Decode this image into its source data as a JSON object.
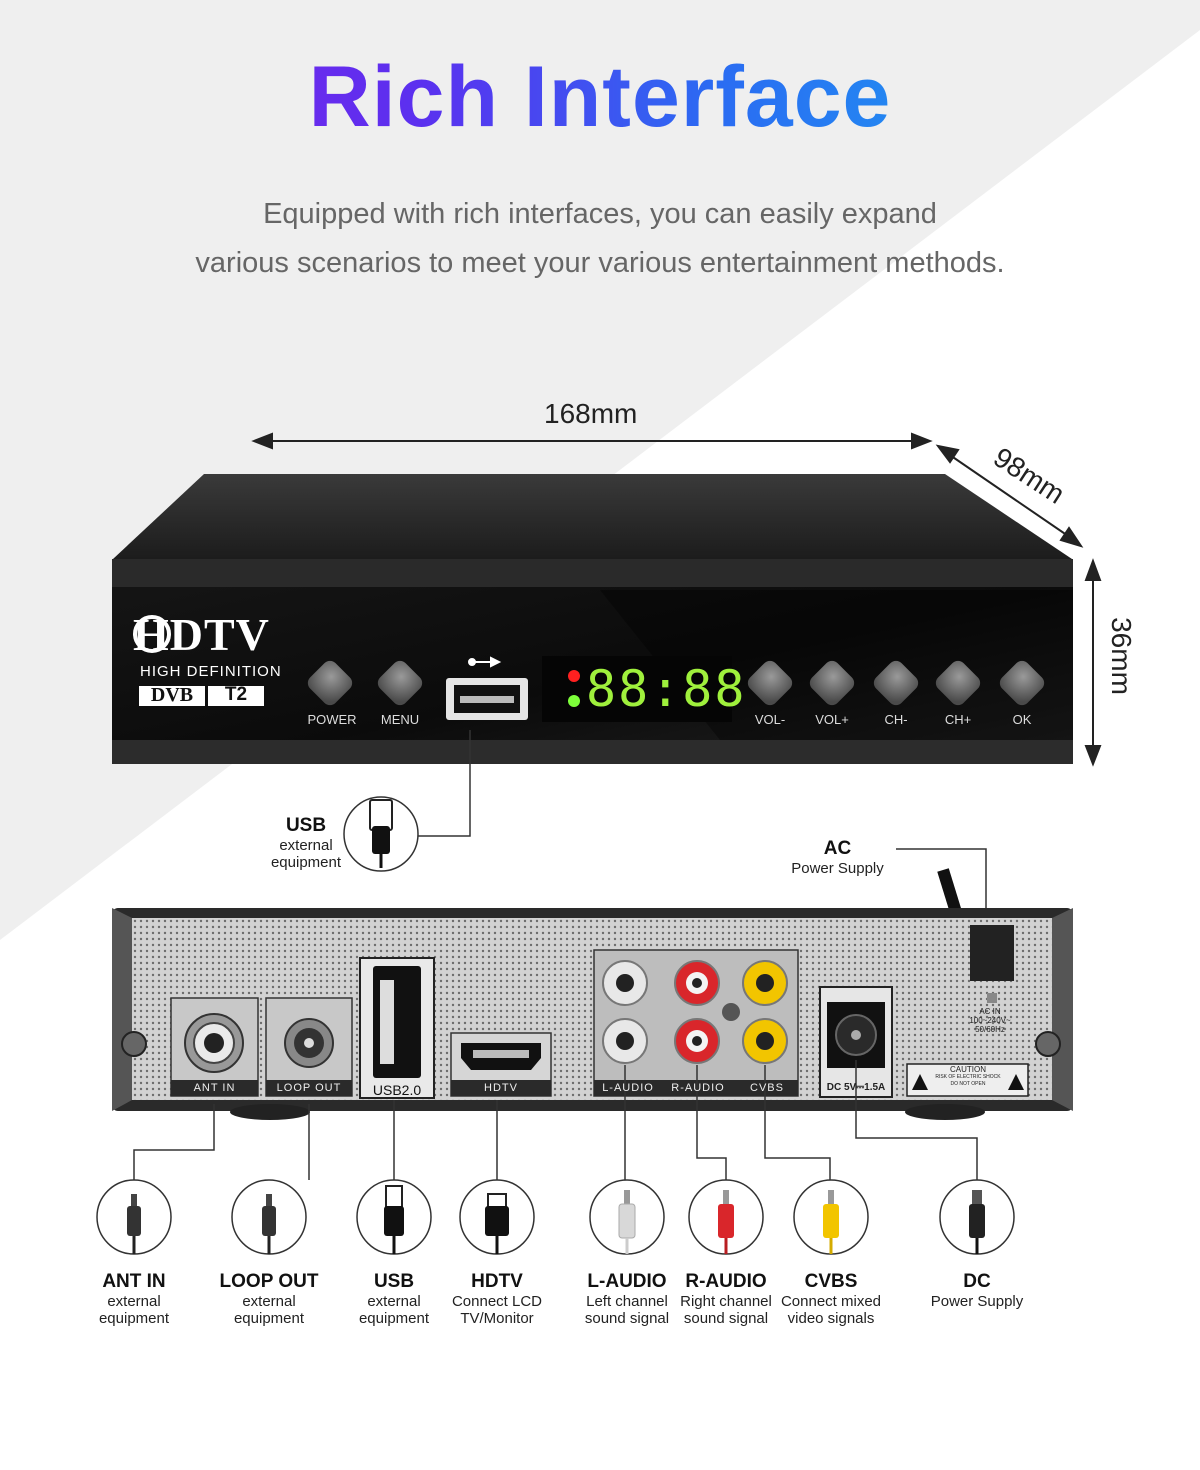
{
  "title": "Rich Interface",
  "subtitle": {
    "line1": "Equipped with rich interfaces, you can easily expand",
    "line2": "various scenarios to meet your various entertainment methods."
  },
  "dimensions": {
    "width": "168mm",
    "depth": "98mm",
    "height": "36mm"
  },
  "front_panel": {
    "logo_hdtv": "HDTV",
    "logo_hd": "HIGH DEFINITION",
    "logo_dvb": "DVB",
    "logo_t2": "T2",
    "display": "88:88",
    "buttons": [
      "POWER",
      "MENU",
      "VOL-",
      "VOL+",
      "CH-",
      "CH+",
      "OK"
    ]
  },
  "usb_front": {
    "title": "USB",
    "line1": "external",
    "line2": "equipment"
  },
  "ac": {
    "title": "AC",
    "line1": "Power Supply"
  },
  "rear_panel": {
    "ports": [
      "ANT IN",
      "LOOP OUT",
      "USB2.0",
      "HDTV",
      "L-AUDIO",
      "R-AUDIO",
      "CVBS",
      "DC 5V⎓1.5A"
    ],
    "ac_in": "AC IN",
    "ac_spec": "100~240V~",
    "ac_freq": "50/60Hz",
    "caution": "CAUTION",
    "caution_sub1": "RISK OF ELECTRIC SHOCK",
    "caution_sub2": "DO NOT OPEN"
  },
  "connectors": [
    {
      "title": "ANT IN",
      "line1": "external",
      "line2": "equipment"
    },
    {
      "title": "LOOP OUT",
      "line1": "external",
      "line2": "equipment"
    },
    {
      "title": "USB",
      "line1": "external",
      "line2": "equipment"
    },
    {
      "title": "HDTV",
      "line1": "Connect LCD",
      "line2": "TV/Monitor"
    },
    {
      "title": "L-AUDIO",
      "line1": "Left channel",
      "line2": "sound signal"
    },
    {
      "title": "R-AUDIO",
      "line1": "Right channel",
      "line2": "sound signal"
    },
    {
      "title": "CVBS",
      "line1": "Connect mixed",
      "line2": "video signals"
    },
    {
      "title": "DC",
      "line1": "Power Supply",
      "line2": ""
    }
  ],
  "colors": {
    "title_start": "#8a1ee8",
    "title_end": "#19b4f0",
    "rca_white": "#e8e8e8",
    "rca_red": "#d9262b",
    "rca_yellow": "#f2c500",
    "led_red": "#ff2020",
    "led_green": "#7dff3a",
    "display_green": "#9ff03c"
  }
}
